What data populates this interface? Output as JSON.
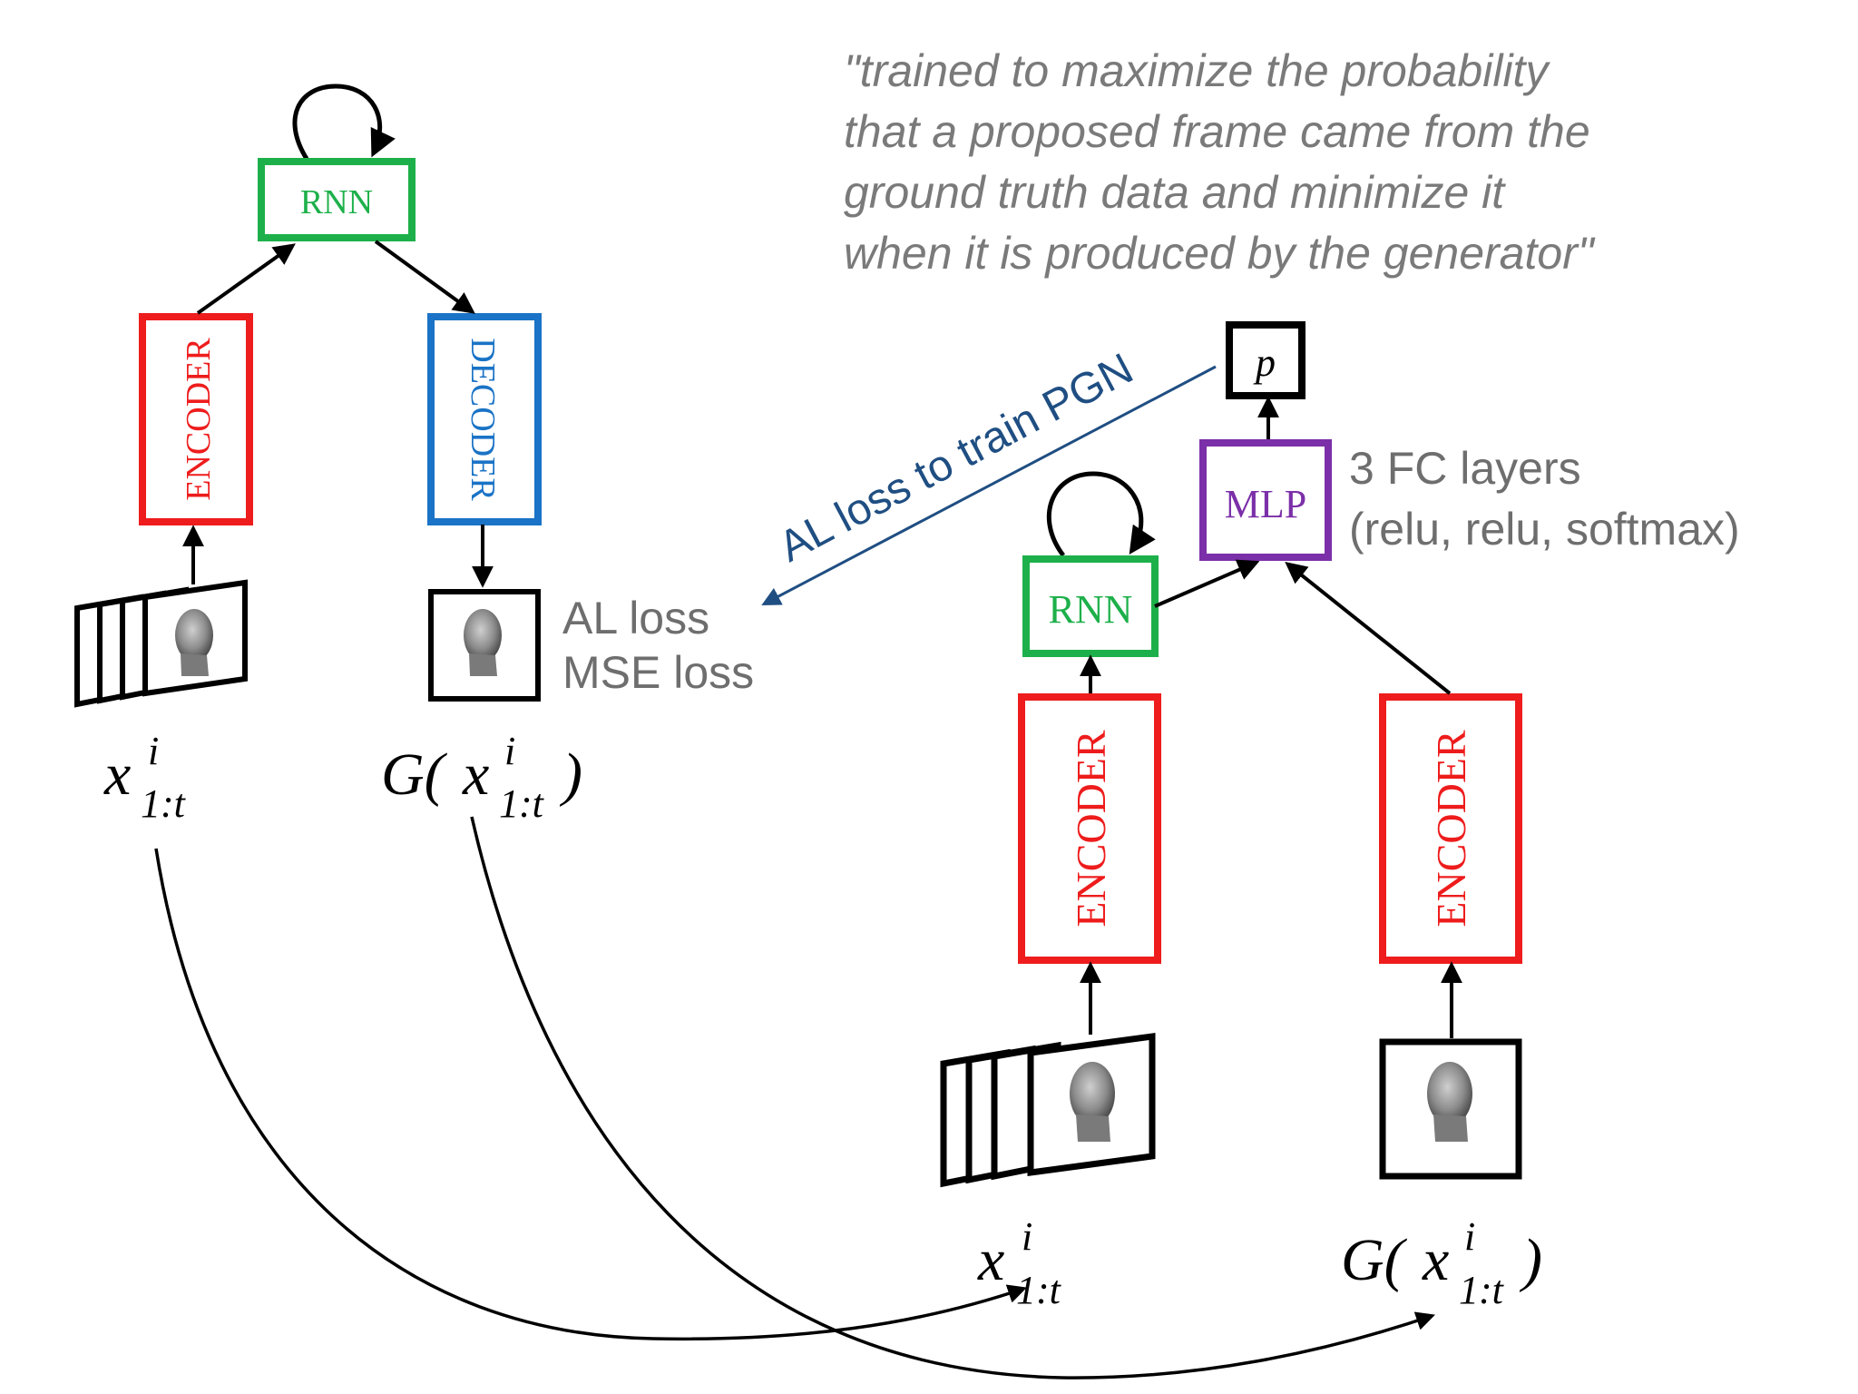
{
  "quote": {
    "lines": [
      "\"trained to maximize the probability",
      "that a proposed frame came from the",
      "ground truth data and minimize it",
      "when it is produced by the generator\""
    ]
  },
  "generator": {
    "rnn_label": "RNN",
    "encoder_label": "ENCODER",
    "decoder_label": "DECODER",
    "input_label": {
      "base": "x",
      "sup": "i",
      "sub": "1:t"
    },
    "output_label": {
      "prefix": "G(",
      "base": "x",
      "sup": "i",
      "sub": "1:t",
      "suffix": ")"
    },
    "losses": [
      "AL loss",
      "MSE loss"
    ]
  },
  "discriminator": {
    "p_label": "p",
    "mlp_label": "MLP",
    "rnn_label": "RNN",
    "encoder_left_label": "ENCODER",
    "encoder_right_label": "ENCODER",
    "mlp_note": [
      "3 FC layers",
      "(relu, relu, softmax)"
    ],
    "input_label": {
      "base": "x",
      "sup": "i",
      "sub": "1:t"
    },
    "output_label": {
      "prefix": "G(",
      "base": "x",
      "sup": "i",
      "sub": "1:t",
      "suffix": ")"
    }
  },
  "feedback_arrow_label": "AL loss to train PGN",
  "colors": {
    "rnn": "#1db04a",
    "encoder": "#ee1c1c",
    "decoder": "#1a73c6",
    "mlp": "#7b2fa8",
    "feedback": "#1f4e82",
    "gray_text": "#6e6e6e"
  }
}
